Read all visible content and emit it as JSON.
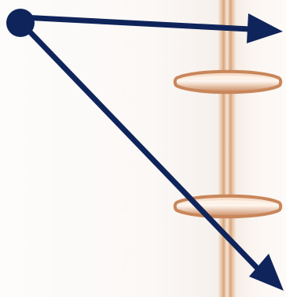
{
  "image": {
    "colors": {
      "arrow": "#0f245a",
      "page_background": "#fbf8f6",
      "spine": "#d9a47b",
      "ring": "#c8865a",
      "ring_highlight": "#f2d1b6"
    },
    "elements": {
      "origin_point": "origin-dot",
      "arrow_right": "arrow-right-icon",
      "arrow_diagonal": "arrow-diagonal-icon",
      "rings": [
        "binder-ring-top",
        "binder-ring-bottom"
      ]
    }
  }
}
